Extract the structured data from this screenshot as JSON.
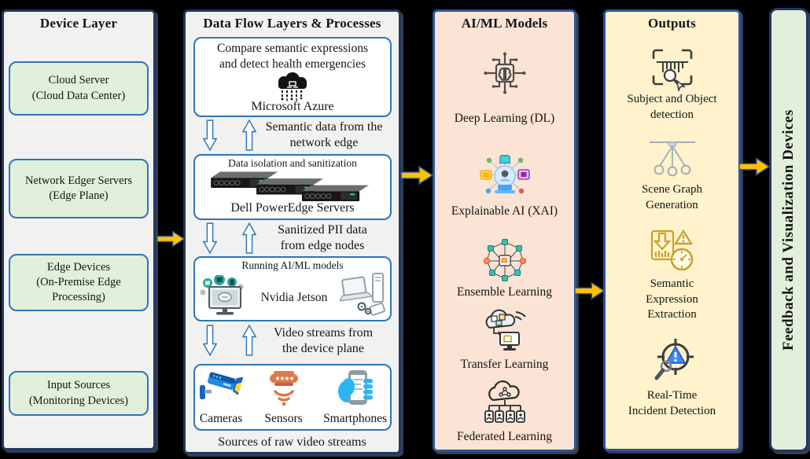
{
  "device_layer": {
    "title": "Device Layer",
    "boxes": [
      {
        "label": "Cloud Server\n(Cloud Data Center)"
      },
      {
        "label": "Network Edger Servers\n(Edge Plane)"
      },
      {
        "label": "Edge Devices\n(On-Premise Edge\nProcessing)"
      },
      {
        "label": "Input Sources\n(Monitoring Devices)"
      }
    ]
  },
  "data_flow": {
    "title": "Data Flow Layers & Processes",
    "azure_box": {
      "caption": "Compare semantic expressions\nand detect health emergencies",
      "platform": "Microsoft Azure",
      "icon": "azure-cloud-icon"
    },
    "label_semantic": "Semantic data from the\nnetwork edge",
    "dell_box": {
      "caption": "Data isolation and sanitization",
      "platform": "Dell PowerEdge Servers",
      "icon": "rack-servers-icon"
    },
    "label_pii": "Sanitized PII data\nfrom edge nodes",
    "jetson_box": {
      "caption": "Running AI/ML models",
      "platform": "Nvidia Jetson",
      "icons": [
        "monitor-apps-icon",
        "desktop-set-icon"
      ]
    },
    "label_video": "Video streams from\nthe device plane",
    "sources_box": {
      "items": [
        {
          "label": "Cameras",
          "icon": "cctv-camera-icon"
        },
        {
          "label": "Sensors",
          "icon": "motion-sensor-icon"
        },
        {
          "label": "Smartphones",
          "icon": "smartphone-hand-icon"
        }
      ]
    },
    "footer": "Sources of raw video streams"
  },
  "aiml_models": {
    "title": "AI/ML Models",
    "items": [
      {
        "label": "Deep Learning (DL)",
        "icon": "brain-chip-icon"
      },
      {
        "label": "Explainable AI (XAI)",
        "icon": "explainable-ai-icon"
      },
      {
        "label": "Ensemble Learning",
        "icon": "ensemble-network-icon"
      },
      {
        "label": "Transfer Learning",
        "icon": "transfer-cloud-icon"
      },
      {
        "label": "Federated Learning",
        "icon": "federated-cloud-icon"
      }
    ]
  },
  "outputs": {
    "title": "Outputs",
    "items": [
      {
        "label": "Subject and Object\ndetection",
        "icon": "scan-detection-icon"
      },
      {
        "label": "Scene Graph\nGeneration",
        "icon": "scene-graph-icon"
      },
      {
        "label": "Semantic\nExpression\nExtraction",
        "icon": "semantic-extraction-icon"
      },
      {
        "label": "Real-Time\nIncident Detection",
        "icon": "incident-detection-icon"
      }
    ]
  },
  "feedback": {
    "title": "Feedback and Visualization Devices"
  },
  "colors": {
    "arrow_gold": "#FFC000",
    "border_navy": "#1F3864",
    "border_blue": "#2E75B6",
    "panel_gray": "#F1F1F1",
    "panel_peach": "#FBE3D5",
    "panel_yellow": "#FFF2CC",
    "panel_green": "#E2EFDA",
    "background": "#000000"
  }
}
